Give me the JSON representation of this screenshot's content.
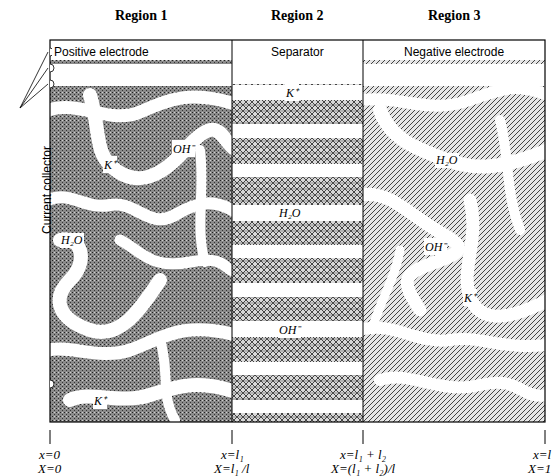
{
  "diagram": {
    "nodes": [
      {
        "text": [
          "Region 1",
          "Positive electrode"
        ]
      },
      {
        "text": [
          "Region 2",
          "Separator"
        ]
      },
      {
        "text": [
          "Region 3",
          "Negative electrode"
        ]
      }
    ],
    "labels": [
      "Current collector",
      "K⁺",
      "OH⁻",
      "K⁺",
      "H₂O",
      "H₂O",
      "H₂O",
      "OH⁻",
      "K⁺",
      "OH⁻",
      "K⁺",
      "x=0",
      "x=l₁",
      "x=l₁ + l₂",
      "x=l",
      "X=0",
      "X=l₁ /l",
      "X=(l₁ + l₂)/l",
      "X=1"
    ]
  }
}
